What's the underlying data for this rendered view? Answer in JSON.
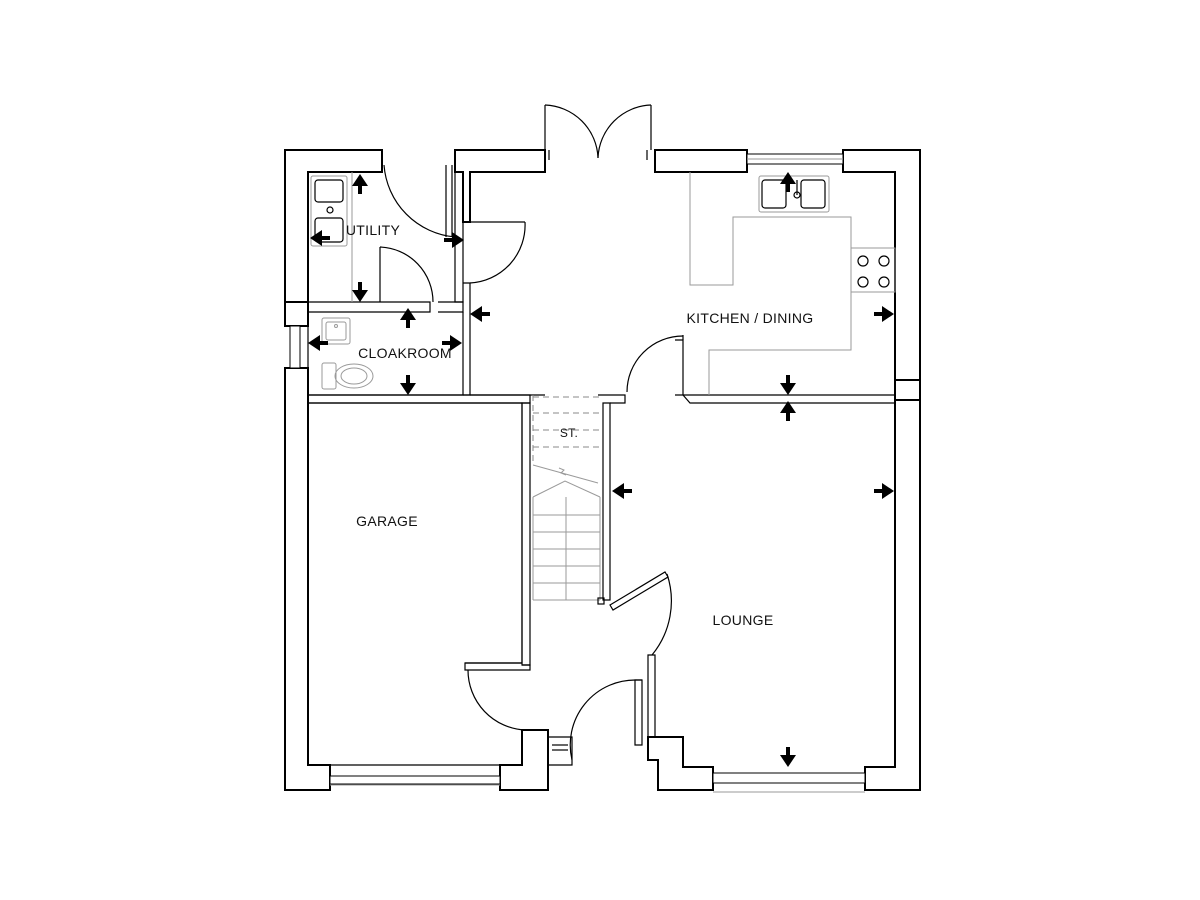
{
  "rooms": {
    "utility": "UTILITY",
    "kitchen_dining": "KITCHEN / DINING",
    "cloakroom": "CLOAKROOM",
    "storage": "ST.",
    "garage": "GARAGE",
    "lounge": "LOUNGE"
  },
  "colors": {
    "wall": "#000000",
    "fixture": "#9a9a9a",
    "background": "#ffffff"
  },
  "icons": [
    "arrow-icon",
    "sink-icon",
    "hob-icon",
    "toilet-icon",
    "basin-icon",
    "door-swing-icon"
  ]
}
